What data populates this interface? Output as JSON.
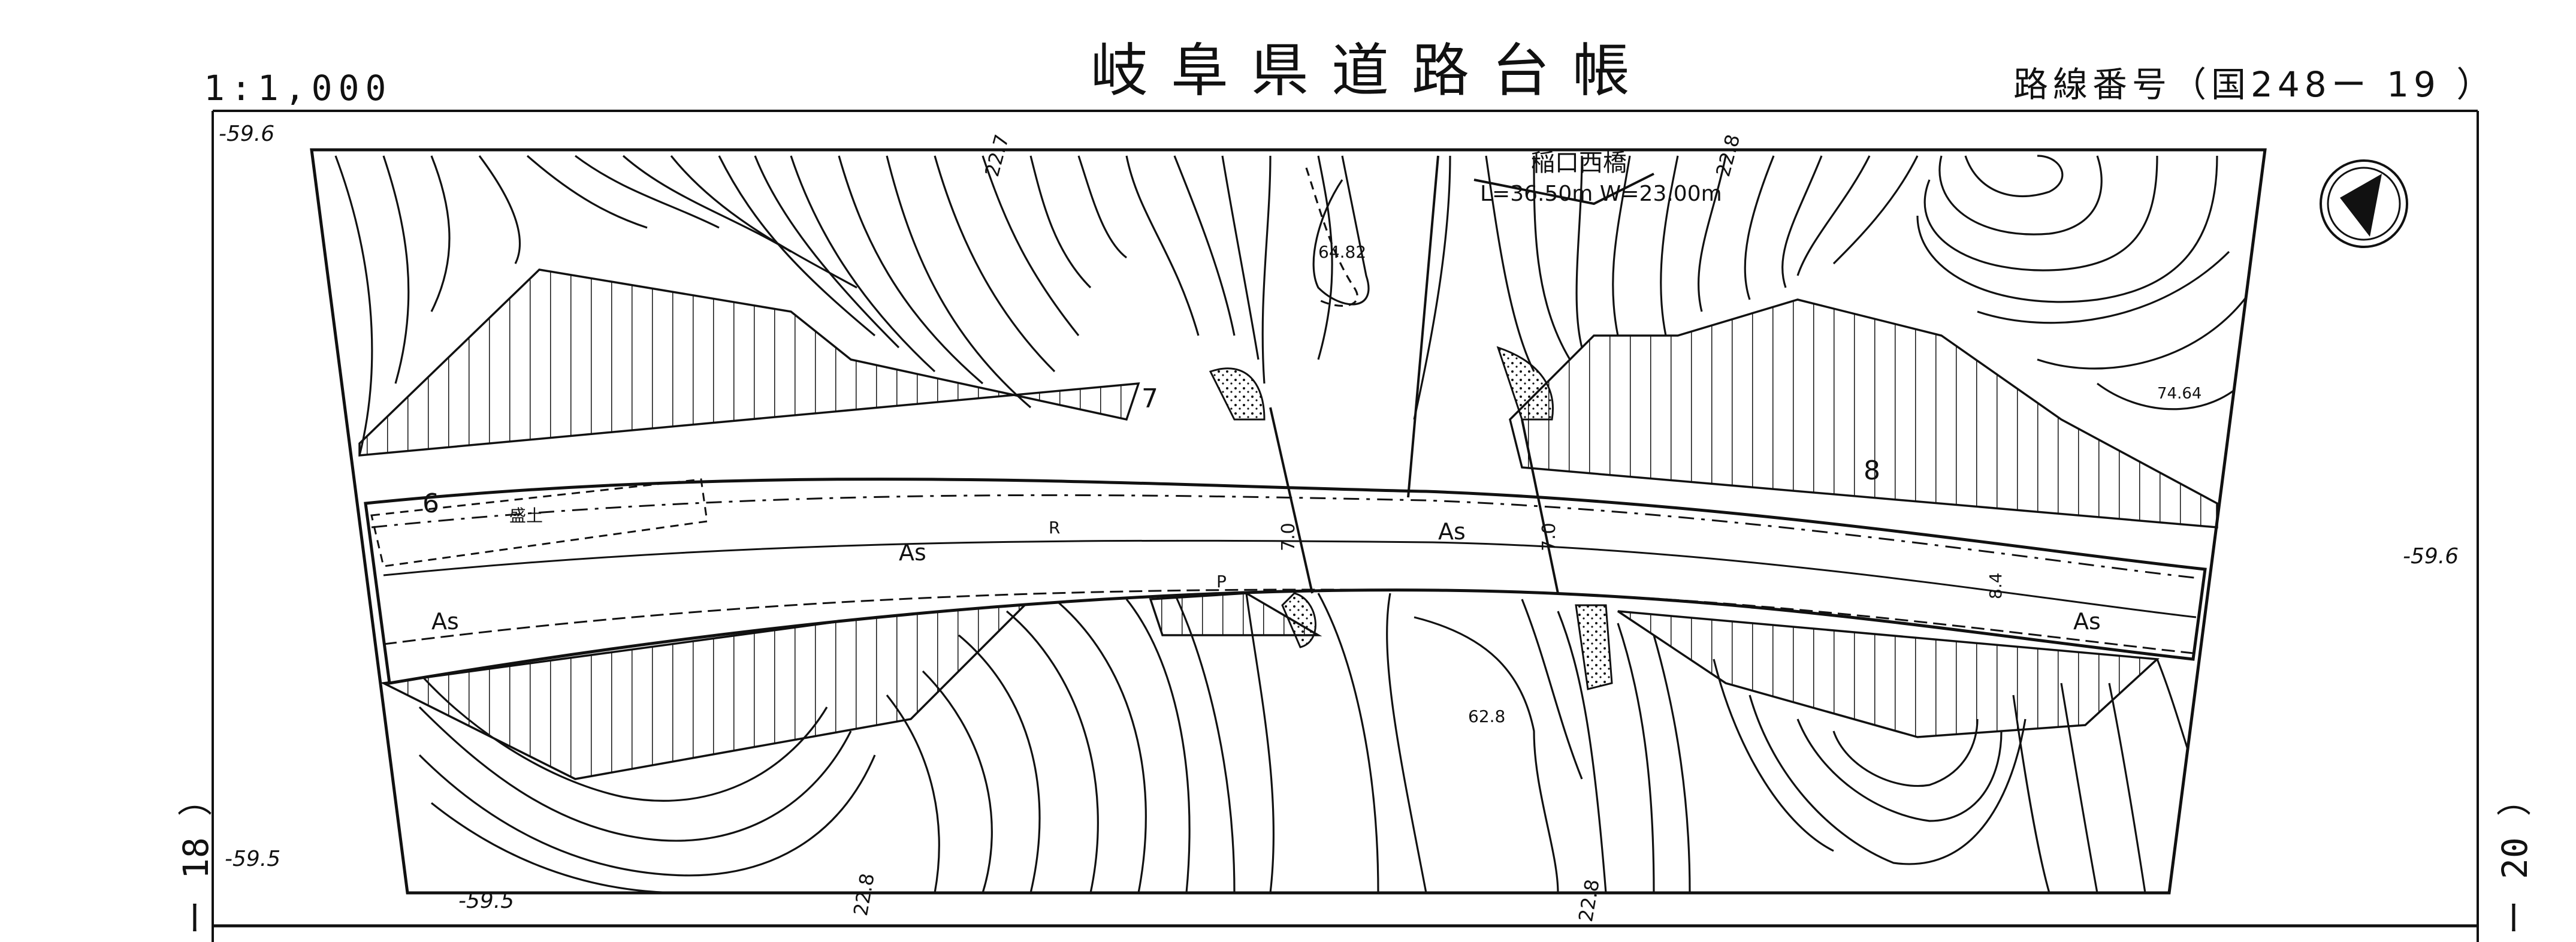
{
  "header": {
    "scale": "1:1,000",
    "title": "岐阜県道路台帳",
    "route_number": "路線番号（国248ー 19 ）"
  },
  "sheet_neighbors": {
    "left": "ー 18 ）",
    "right": "ー 20 ）"
  },
  "bridge": {
    "name": "稲口西橋",
    "dimensions": "L=36.50m  W=23.00m"
  },
  "map_labels": {
    "station_6": "6",
    "station_7": "7",
    "station_8": "8",
    "embankment": "盛土",
    "asphalt": "As",
    "elev_left_top": "-59.6",
    "elev_left_bottom": "-59.5",
    "elev_left_bottom2": "-59.5",
    "elev_right": "-59.6",
    "spot_64": "64.82",
    "spot_62": "62.8",
    "spot_74": "74.64",
    "width_left": "7.0",
    "width_right": "7.0",
    "width_84": "8.4",
    "contour_22_7": "22.7",
    "contour_22_8_top": "22.8",
    "contour_22_8_bottom": "22.8",
    "contour_22_8_bottom_left": "22.8",
    "marker_R": "R",
    "marker_P": "P"
  },
  "colors": {
    "ink": "#111111",
    "paper": "#ffffff"
  }
}
